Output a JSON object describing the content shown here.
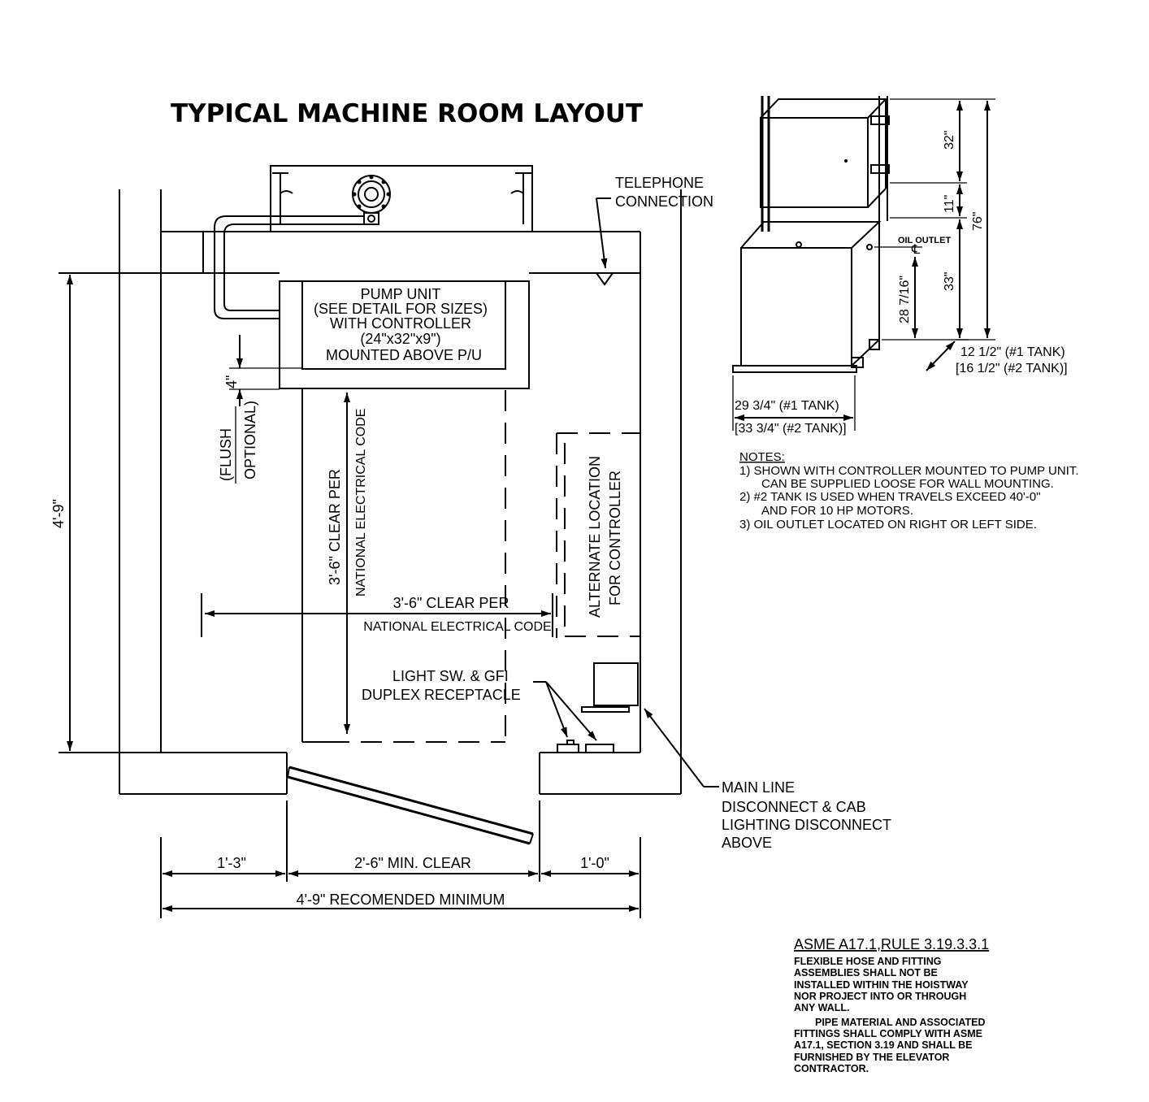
{
  "title": "TYPICAL MACHINE ROOM LAYOUT",
  "labels": {
    "telephone_line1": "TELEPHONE",
    "telephone_line2": "CONNECTION",
    "pump_line1": "PUMP UNIT",
    "pump_line2": "(SEE DETAIL FOR SIZES)",
    "pump_line3": "WITH CONTROLLER",
    "pump_line4": "(24\"x32\"x9\")",
    "pump_line5": "MOUNTED ABOVE P/U",
    "dim_4in": "4\"",
    "flush_line1": "(FLUSH",
    "flush_line2": "OPTIONAL)",
    "clear_vert_line1": "3'-6\" CLEAR PER",
    "clear_vert_line2": "NATIONAL ELECTRICAL CODE",
    "clear_horiz_line1": "3'-6\" CLEAR PER",
    "clear_horiz_line2": "NATIONAL ELECTRICAL CODE",
    "alt_line1": "ALTERNATE LOCATION",
    "alt_line2": "FOR CONTROLLER",
    "light_line1": "LIGHT SW. & GFI",
    "light_line2": "DUPLEX RECEPTACLE",
    "main_line1": "MAIN LINE",
    "main_line2": "DISCONNECT & CAB",
    "main_line3": "LIGHTING DISCONNECT",
    "main_line4": "ABOVE",
    "dim_height": "4'-9\"",
    "dim_1_3": "1'-3\"",
    "dim_2_6": "2'-6\" MIN. CLEAR",
    "dim_1_0": "1'-0\"",
    "dim_total": "4'-9\" RECOMENDED MINIMUM"
  },
  "detail": {
    "dim_32": "32\"",
    "dim_11": "11\"",
    "dim_76": "76\"",
    "dim_33": "33\"",
    "dim_28": "28 7/16\"",
    "oil_outlet": "OIL OUTLET",
    "cl_symbol": "℄",
    "depth_1": "12 1/2\" (#1 TANK)",
    "depth_2": "[16 1/2\" (#2 TANK)]",
    "width_1": "29 3/4\" (#1 TANK)",
    "width_2": "[33 3/4\" (#2 TANK)]"
  },
  "notes": {
    "heading": "NOTES:",
    "lines": [
      "1)  SHOWN WITH CONTROLLER MOUNTED TO PUMP UNIT.",
      "CAN BE SUPPLIED LOOSE FOR WALL MOUNTING.",
      "2)  #2 TANK IS USED WHEN TRAVELS EXCEED 40'-0\"",
      "AND FOR 10 HP MOTORS.",
      "3)  OIL OUTLET LOCATED ON RIGHT OR LEFT SIDE."
    ]
  },
  "rule": {
    "heading": "ASME  A17.1,RULE  3.19.3.3.1",
    "lines": [
      "FLEXIBLE HOSE AND FITTING",
      "ASSEMBLIES SHALL NOT BE",
      "INSTALLED WITHIN THE HOISTWAY",
      "NOR PROJECT INTO OR THROUGH",
      "ANY WALL.",
      "PIPE MATERIAL AND ASSOCIATED",
      "FITTINGS SHALL COMPLY WITH ASME",
      "A17.1, SECTION 3.19 AND SHALL BE",
      "FURNISHED BY THE ELEVATOR",
      "CONTRACTOR."
    ]
  }
}
